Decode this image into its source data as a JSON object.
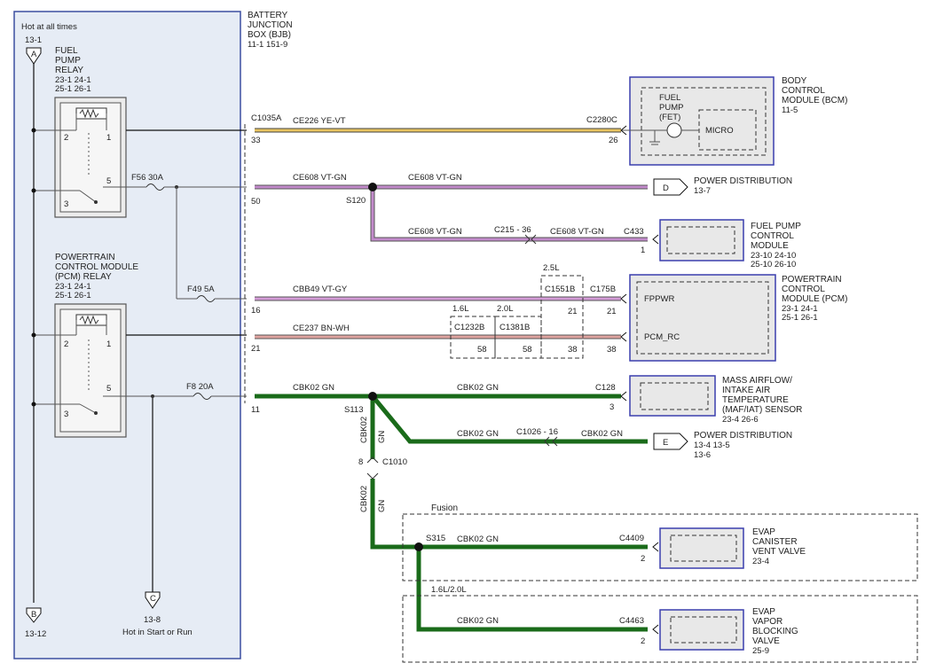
{
  "bjb": {
    "hot_note": "Hot at all times",
    "title": [
      "BATTERY",
      "JUNCTION",
      "BOX (BJB)"
    ],
    "refs": "11-1    151-9"
  },
  "conn_a": {
    "ref": "13-1",
    "letter": "A"
  },
  "conn_b": {
    "letter": "B",
    "ref": "13-12"
  },
  "conn_c": {
    "letter": "C",
    "ref": "13-8",
    "note": "Hot in Start or Run"
  },
  "fuel_pump_relay": {
    "title": [
      "FUEL",
      "PUMP",
      "RELAY"
    ],
    "refs": [
      "23-1   24-1",
      "25-1   26-1"
    ],
    "pins": [
      "2",
      "1",
      "5",
      "3"
    ]
  },
  "pcm_relay": {
    "title": [
      "POWERTRAIN",
      "CONTROL MODULE",
      "(PCM) RELAY"
    ],
    "refs": [
      "23-1   24-1",
      "25-1   26-1"
    ],
    "pins": [
      "2",
      "1",
      "5",
      "3"
    ]
  },
  "fuses": {
    "f56": "F56   30A",
    "f49": "F49   5A",
    "f8": "F8        20A"
  },
  "bjb_pins": {
    "c1035a": "C1035A",
    "p33": "33",
    "p50": "50",
    "p16": "16",
    "p21": "21",
    "p11": "11"
  },
  "wires": {
    "ce226": "CE226     YE-VT",
    "ce608_a": "CE608     VT-GN",
    "ce608_b": "CE608     VT-GN",
    "ce608_c": "CE608     VT-GN",
    "ce608_d": "CE608     VT-GN",
    "cbb49": "CBB49     VT-GY",
    "ce237": "CE237     BN-WH",
    "cbk02_a": "CBK02     GN",
    "cbk02_b": "CBK02     GN",
    "cbk02_c": "CBK02     GN",
    "cbk02_d": "CBK02     GN",
    "cbk02_e": "CBK02     GN",
    "cbk02_f": "CBK02     GN",
    "cbk02_v1": "CBK02",
    "gn_v1": "GN",
    "cbk02_v2": "CBK02",
    "gn_v2": "GN"
  },
  "splices": {
    "s120": "S120",
    "s113": "S113",
    "s315": "S315"
  },
  "connectors": {
    "c2280c": "C2280C",
    "p26": "26",
    "c215": "C215 - 36",
    "c433": "C433",
    "p1": "1",
    "c1551b": "C1551B",
    "p21a": "21",
    "l25": "2.5L",
    "c175b": "C175B",
    "p21b": "21",
    "p38b": "38",
    "c1232b": "C1232B",
    "p58a": "58",
    "l16": "1.6L",
    "c1381b": "C1381B",
    "p58b": "58",
    "l20": "2.0L",
    "p38a": "38",
    "c128": "C128",
    "p3": "3",
    "c1026": "C1026 - 16",
    "c1010": "C1010",
    "p8": "8",
    "c4409": "C4409",
    "p2a": "2",
    "c4463": "C4463",
    "p2b": "2"
  },
  "bcm": {
    "title": [
      "BODY",
      "CONTROL",
      "MODULE (BCM)"
    ],
    "ref": "11-5",
    "fet": [
      "FUEL",
      "PUMP",
      "(FET)"
    ],
    "micro": "MICRO"
  },
  "pd_d": {
    "letter": "D",
    "title": "POWER DISTRIBUTION",
    "ref": "13-7"
  },
  "fpcm": {
    "title": [
      "FUEL PUMP",
      "CONTROL",
      "MODULE"
    ],
    "refs": [
      "23-10   24-10",
      "25-10   26-10"
    ]
  },
  "pcm": {
    "title": [
      "POWERTRAIN",
      "CONTROL",
      "MODULE (PCM)"
    ],
    "refs": [
      "23-1      24-1",
      "25-1      26-1"
    ],
    "fppwr": "FPPWR",
    "pcm_rc": "PCM_RC"
  },
  "maf": {
    "title": [
      "MASS AIRFLOW/",
      "INTAKE AIR",
      "TEMPERATURE",
      "(MAF/IAT) SENSOR"
    ],
    "refs": "23-4    26-6"
  },
  "pd_e": {
    "letter": "E",
    "title": "POWER DISTRIBUTION",
    "refs": [
      "13-4    13-5",
      "13-6"
    ]
  },
  "fusion": {
    "label": "Fusion"
  },
  "evap_cvv": {
    "title": [
      "EVAP",
      "CANISTER",
      "VENT VALVE"
    ],
    "ref": "23-4"
  },
  "engine_note": "1.6L/2.0L",
  "evap_vbv": {
    "title": [
      "EVAP",
      "VAPOR",
      "BLOCKING",
      "VALVE"
    ],
    "ref": "25-9"
  }
}
